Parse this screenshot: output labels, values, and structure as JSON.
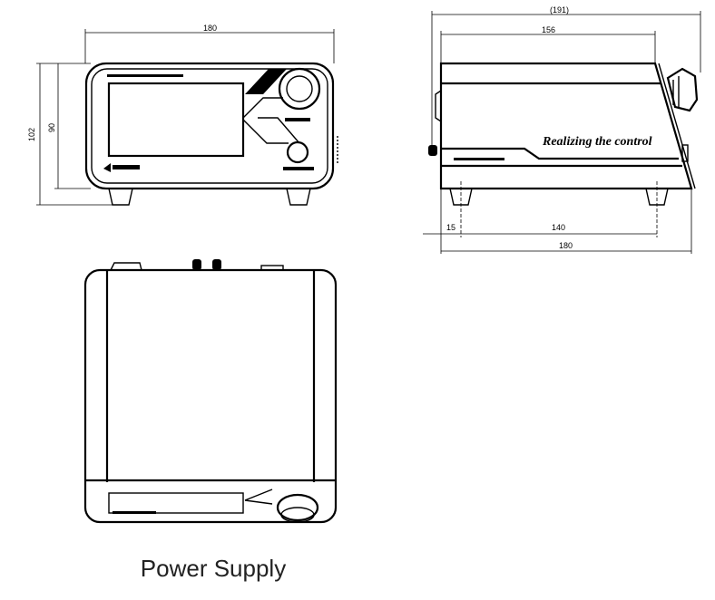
{
  "caption": "Power Supply",
  "colors": {
    "line": "#000000",
    "background": "#ffffff"
  },
  "front_view": {
    "width_dim": "180",
    "height_total_dim": "102",
    "height_body_dim": "90"
  },
  "side_view": {
    "overall_depth_dim": "(191)",
    "body_depth_dim": "156",
    "foot_offset_dim": "15",
    "foot_spacing_dim": "140",
    "base_depth_dim": "180",
    "logo_script": "Realizing the control"
  }
}
